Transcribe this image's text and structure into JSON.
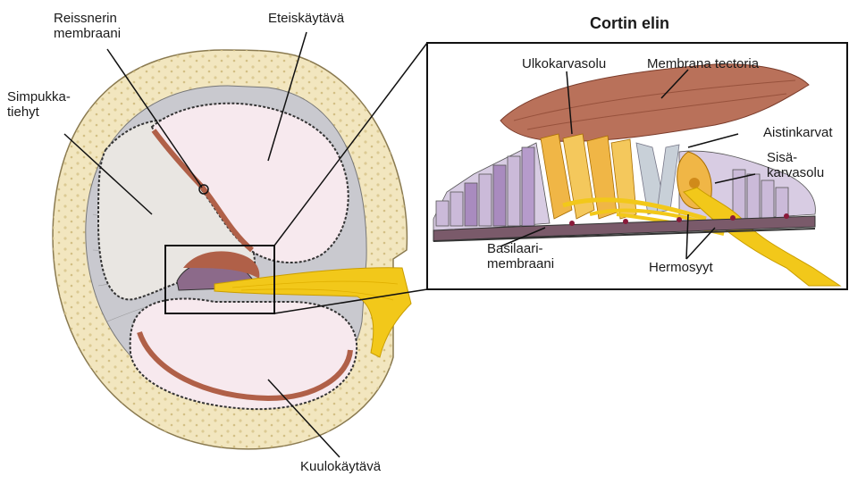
{
  "title": "Cortin elin",
  "labels": {
    "reissner": [
      "Reissnerin",
      "membraani"
    ],
    "eteis": "Eteiskäytävä",
    "simpukka": [
      "Simpukka-",
      "tiehyt"
    ],
    "kuulo": "Kuulokäytävä",
    "ulkokarva": "Ulkokarvasolu",
    "tectoria": "Membrana tectoria",
    "aistinkarvat": "Aistinkarvat",
    "sisakarva": [
      "Sisä-",
      "karvasolu"
    ],
    "basilaari": [
      "Basilaari-",
      "membraani"
    ],
    "hermosyyt": "Hermosyyt"
  },
  "colors": {
    "bone": "#f2e6bf",
    "bone_dots": "#d6c48c",
    "membrane": "#b06048",
    "chamber": "#f7e9ee",
    "duct": "#e8e4de",
    "nerve": "#f2c81a",
    "hair_cell": "#c8b6d6",
    "outline": "#111111"
  }
}
